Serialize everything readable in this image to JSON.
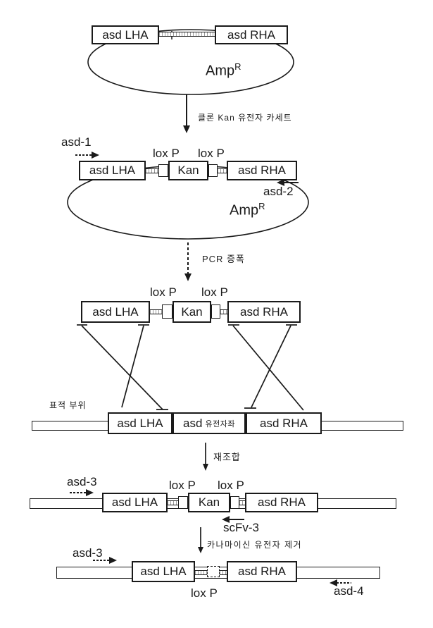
{
  "figure": {
    "plasmid1": {
      "lha": "asd LHA",
      "rha": "asd RHA",
      "amp": "Amp",
      "amp_sup": "R"
    },
    "step1": "클론 Kan 유전자 카세트",
    "plasmid2": {
      "primer_fwd": "asd-1",
      "loxp1": "lox P",
      "loxp2": "lox P",
      "lha": "asd LHA",
      "kan": "Kan",
      "rha": "asd RHA",
      "primer_rev": "asd-2",
      "amp": "Amp",
      "amp_sup": "R"
    },
    "step2": "PCR 증폭",
    "cassette": {
      "loxp1": "lox P",
      "loxp2": "lox P",
      "lha": "asd LHA",
      "kan": "Kan",
      "rha": "asd RHA"
    },
    "genome": {
      "target_site": "표적 부위",
      "lha": "asd LHA",
      "locus_main": "asd",
      "locus_sub": "유전자좌",
      "rha": "asd RHA"
    },
    "step3": "재조합",
    "integrated": {
      "primer_fwd": "asd-3",
      "loxp1": "lox P",
      "loxp2": "lox P",
      "lha": "asd LHA",
      "kan": "Kan",
      "rha": "asd RHA",
      "primer_rev": "scFv-3"
    },
    "step4": "카나마이신 유전자 제거",
    "resolved": {
      "primer_fwd": "asd-3",
      "lha": "asd LHA",
      "loxp": "lox P",
      "rha": "asd RHA",
      "primer_rev": "asd-4"
    }
  },
  "colors": {
    "line": "#1a1a1a",
    "background": "#ffffff"
  }
}
